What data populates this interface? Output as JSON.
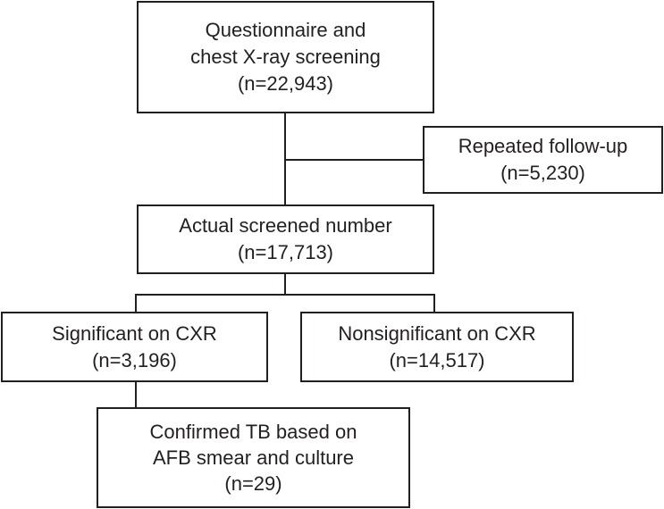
{
  "flowchart": {
    "screening": {
      "line1": "Questionnaire and",
      "line2": "chest X-ray screening",
      "count": "(n=22,943)"
    },
    "followup": {
      "line1": "Repeated follow-up",
      "count": "(n=5,230)"
    },
    "actual": {
      "line1": "Actual screened number",
      "count": "(n=17,713)"
    },
    "significant": {
      "line1": "Significant on CXR",
      "count": "(n=3,196)"
    },
    "nonsignificant": {
      "line1": "Nonsignificant on CXR",
      "count": "(n=14,517)"
    },
    "confirmed": {
      "line1": "Confirmed TB based on",
      "line2": "AFB smear and culture",
      "count": "(n=29)"
    }
  }
}
